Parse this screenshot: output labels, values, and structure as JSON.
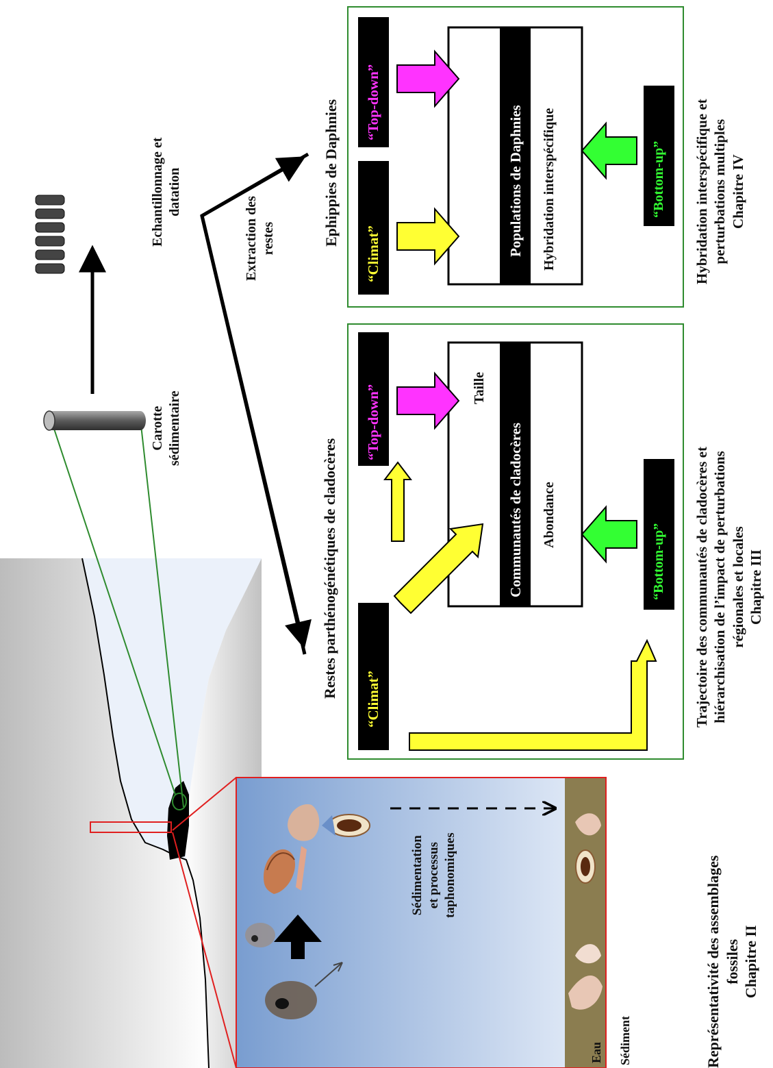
{
  "core": {
    "label": "Carotte\nsédimentaire",
    "sampling": "Echantillonnage et\ndatation",
    "extraction": "Extraction des\nrestes"
  },
  "inset": {
    "water": "Eau",
    "sediment": "Sédiment",
    "process": "Sédimentation\net processus\ntaphonomiques",
    "caption": "Représentativité des assemblages\nfossiles\nChapitre II"
  },
  "box_cladoceres": {
    "heading": "Restes parthénogénétiques de cladocères",
    "climate": "“Climat”",
    "topdown": "“Top-down”",
    "bottomup": "“Bottom-up”",
    "community": "Communautés de cladocères",
    "abundance": "Abondance",
    "size": "Taille",
    "caption": "Trajectoire des communautés de cladocères et\nhiérarchisation de l’impact de perturbations\nrégionales et locales\nChapitre III"
  },
  "box_daphnies": {
    "heading": "Ephippies de Daphnies",
    "climate": "“Climat”",
    "topdown": "“Top-down”",
    "bottomup": "“Bottom-up”",
    "population": "Populations de Daphnies",
    "hybridation": "Hybridation interspécifique",
    "caption": "Hybridation interspécifique et\nperturbations multiples\nChapitre IV"
  },
  "colors": {
    "climate": "#ffff33",
    "topdown": "#ff33ff",
    "bottomup": "#33ff33",
    "frame_green": "#2e8b2e",
    "frame_red": "#e01f1f",
    "sediment": "#8b7d50"
  }
}
